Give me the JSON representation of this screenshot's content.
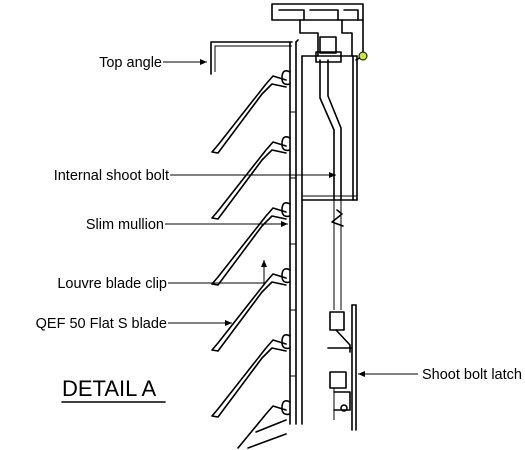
{
  "labels": {
    "top_angle": "Top angle",
    "internal_shoot_bolt": "Internal shoot bolt",
    "slim_mullion": "Slim mullion",
    "louvre_blade_clip": "Louvre blade clip",
    "flat_s_blade": "QEF 50 Flat S blade",
    "shoot_bolt_latch": "Shoot bolt latch"
  },
  "title": "DETAIL A",
  "colors": {
    "line": "#000000",
    "highlight": "#c8e63c",
    "background": "#ffffff"
  }
}
